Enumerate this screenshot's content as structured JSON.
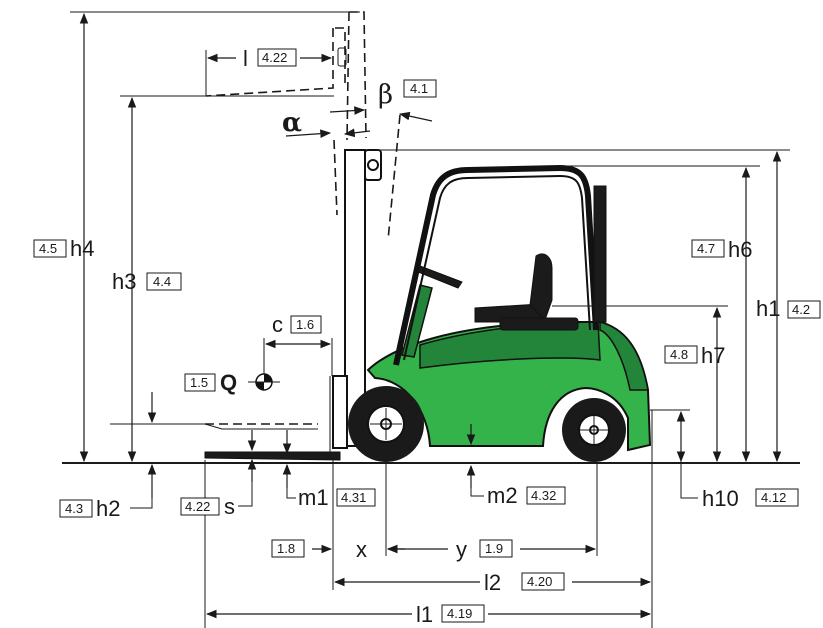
{
  "colors": {
    "body_green": "#34b34a",
    "body_green_dark": "#23853a",
    "line": "#1a1a1a"
  },
  "labels": {
    "l": "l",
    "l_ref": "4.22",
    "beta": "β",
    "beta_ref": "4.1",
    "alpha": "α",
    "h4": "h4",
    "h4_ref": "4.5",
    "h3": "h3",
    "h3_ref": "4.4",
    "h6": "h6",
    "h6_ref": "4.7",
    "h1": "h1",
    "h1_ref": "4.2",
    "h7": "h7",
    "h7_ref": "4.8",
    "c": "c",
    "c_ref": "1.6",
    "Q": "Q",
    "Q_ref": "1.5",
    "h2": "h2",
    "h2_ref": "4.3",
    "s": "s",
    "s_ref": "4.22",
    "m1": "m1",
    "m1_ref": "4.31",
    "m2": "m2",
    "m2_ref": "4.32",
    "h10": "h10",
    "h10_ref": "4.12",
    "x": "x",
    "x_ref": "1.8",
    "y": "y",
    "y_ref": "1.9",
    "l2": "l2",
    "l2_ref": "4.20",
    "l1": "l1",
    "l1_ref": "4.19"
  }
}
